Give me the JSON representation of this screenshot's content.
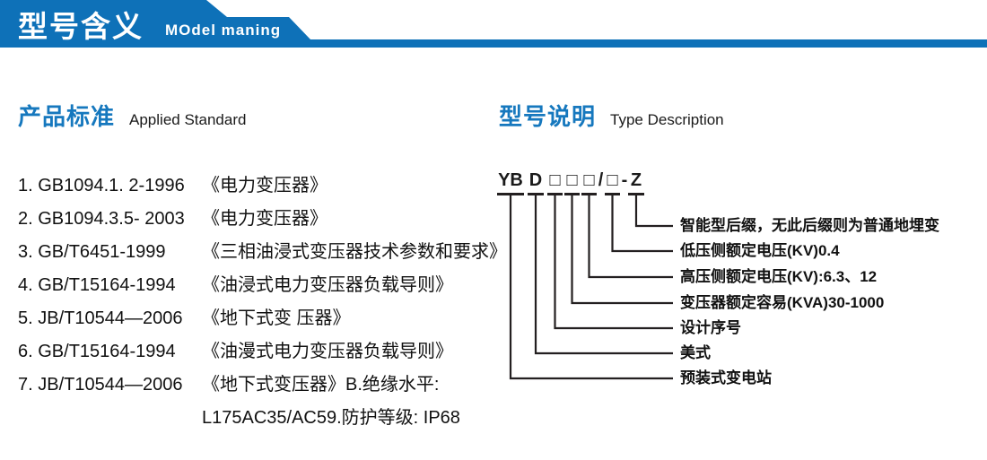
{
  "banner": {
    "title": "型号含义",
    "subtitle": "MOdel maning"
  },
  "sections": {
    "standards": {
      "heading_zh": "产品标准",
      "heading_en": "Applied Standard",
      "items": [
        {
          "code": "1. GB1094.1. 2-1996",
          "title": "《电力变压器》"
        },
        {
          "code": "2. GB1094.3.5- 2003",
          "title": "《电力变压器》"
        },
        {
          "code": "3. GB/T6451-1999",
          "title": "《三相油浸式变压器技术参数和要求》"
        },
        {
          "code": "4. GB/T15164-1994",
          "title": "《油浸式电力变压器负载导则》"
        },
        {
          "code": "5. JB/T10544—2006",
          "title": "《地下式变 压器》"
        },
        {
          "code": "6. GB/T15164-1994",
          "title": "《油漫式电力变压器负载导则》"
        },
        {
          "code": "7. JB/T10544—2006",
          "title": "《地下式变压器》B.绝缘水平:"
        },
        {
          "code": "",
          "title": "L175AC35/AC59.防护等级: IP68"
        }
      ]
    },
    "model": {
      "heading_zh": "型号说明",
      "heading_en": "Type Description",
      "code_parts": [
        {
          "text": "YB"
        },
        {
          "text": "D"
        },
        {
          "text": "□"
        },
        {
          "text": "□"
        },
        {
          "text": "□"
        },
        {
          "text": "/"
        },
        {
          "text": "□"
        },
        {
          "text": "-"
        },
        {
          "text": "Z"
        }
      ],
      "labels": [
        "智能型后缀，无此后缀则为普通地埋变",
        "低压侧额定电压(KV)0.4",
        "高压侧额定电压(KV):6.3、12",
        "变压器额定容易(KVA)30-1000",
        "设计序号",
        "美式",
        "预装式变电站"
      ]
    }
  },
  "colors": {
    "banner_blue": "#0e71b8",
    "heading_blue": "#1678be",
    "line_black": "#231f20"
  }
}
